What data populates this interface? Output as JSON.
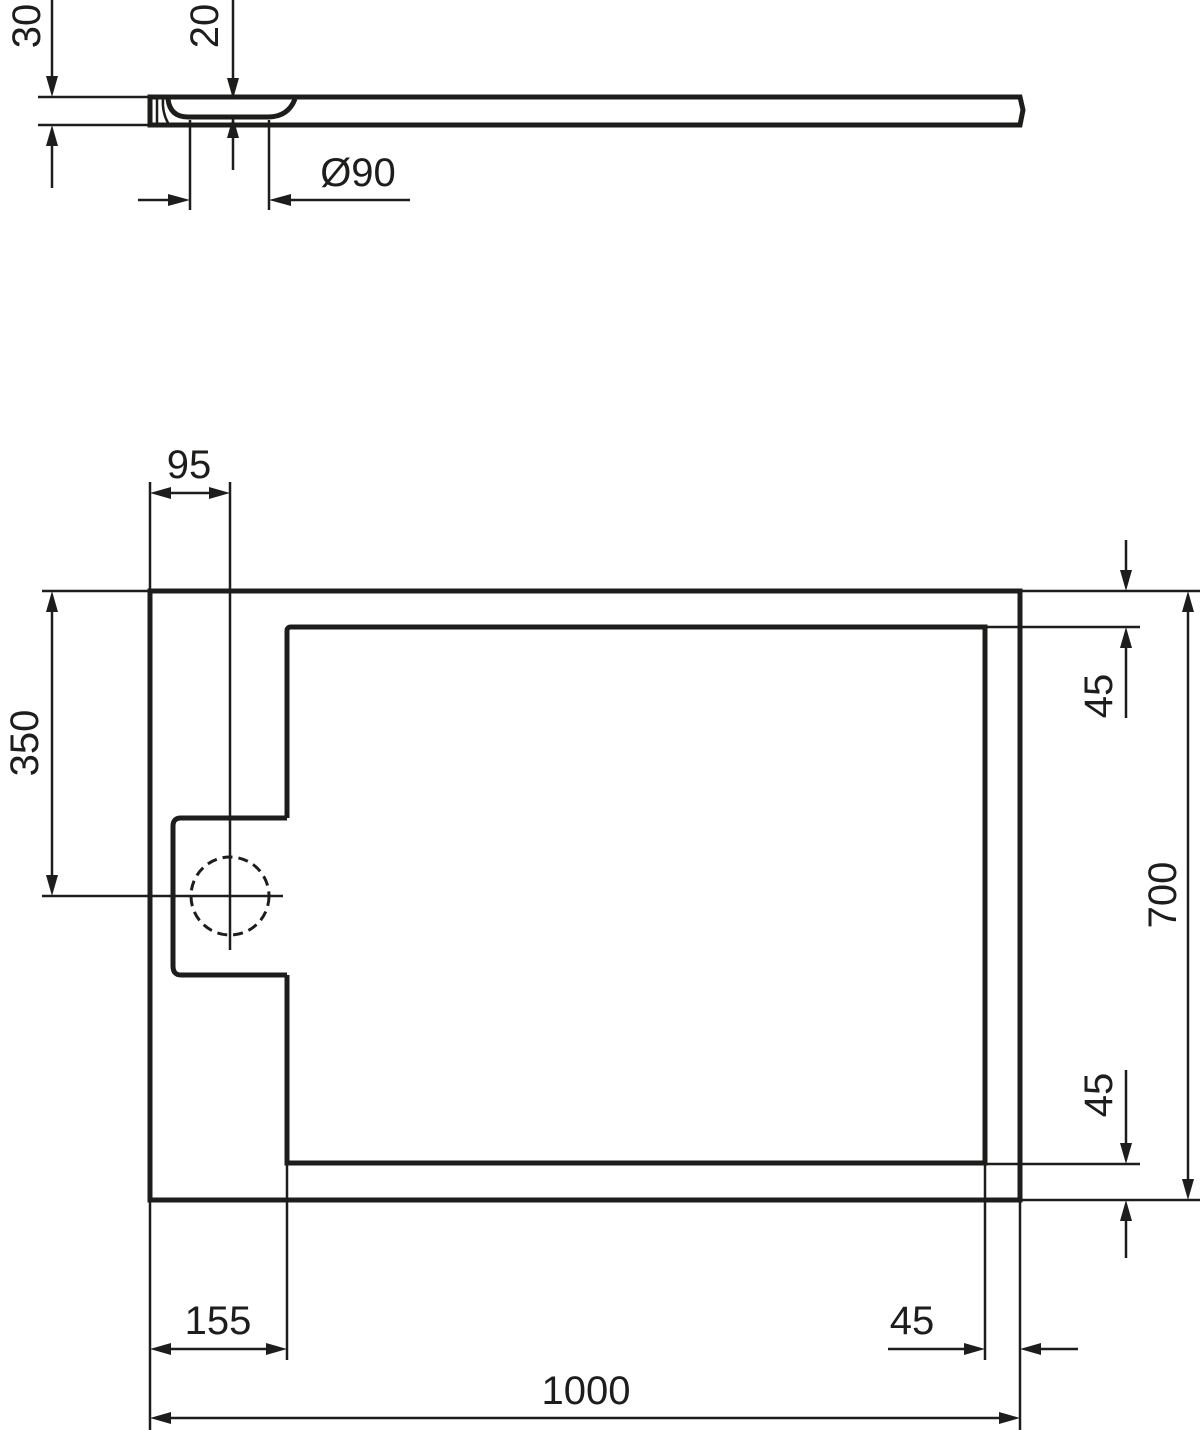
{
  "side_view": {
    "dim_height_total": "30",
    "dim_height_edge": "20",
    "dim_drain_diameter": "Ø90"
  },
  "plan_view": {
    "dim_drain_from_left": "95",
    "dim_drain_from_top": "350",
    "dim_rim_top": "45",
    "dim_rim_bottom": "45",
    "dim_depth": "700",
    "dim_rim_left": "155",
    "dim_rim_right": "45",
    "dim_width": "1000"
  },
  "colors": {
    "line": "#1d1d1b",
    "background": "#ffffff"
  }
}
